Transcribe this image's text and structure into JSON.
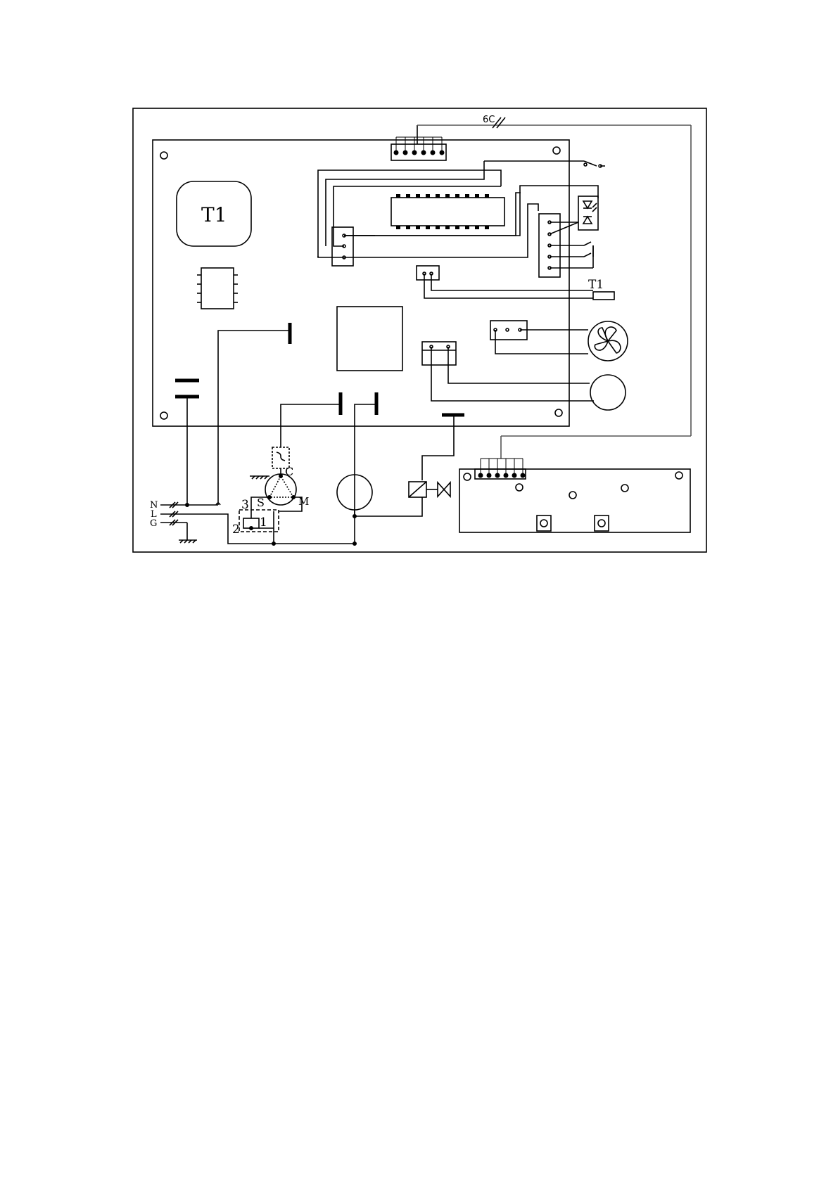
{
  "labels": {
    "transformer": "T1",
    "cable": "6C",
    "sensor": "T1",
    "compressor_common": "C",
    "compressor_start": "S",
    "compressor_main": "M",
    "relay_pin_1": "1",
    "relay_pin_2": "2",
    "relay_pin_3": "3",
    "terminal_neutral": "N",
    "terminal_line": "L",
    "terminal_ground": "G"
  },
  "colors": {
    "line": "#000000",
    "cable": "#555555",
    "background": "#ffffff"
  }
}
